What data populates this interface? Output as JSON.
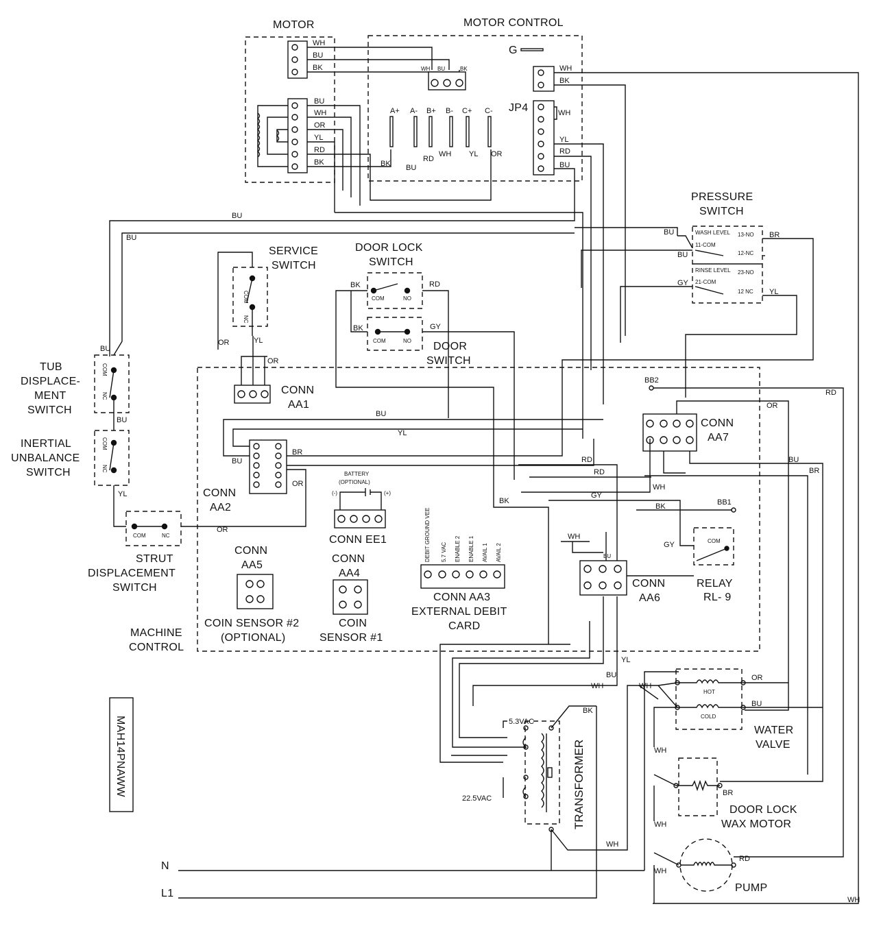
{
  "labels": {
    "motor": "MOTOR",
    "motor_control": "MOTOR CONTROL",
    "g": "G",
    "jp4": "JP4",
    "pressure_switch_1": "PRESSURE",
    "pressure_switch_2": "SWITCH",
    "wash_level": "WASH LEVEL",
    "rinse_level": "RINSE LEVEL",
    "com11": "11-COM",
    "no13": "13-NO",
    "nc12": "12-NC",
    "com21": "21-COM",
    "no23": "23-NO",
    "nc12b": "12 NC",
    "service_switch_1": "SERVICE",
    "service_switch_2": "SWITCH",
    "door_lock_switch_1": "DOOR LOCK",
    "door_lock_switch_2": "SWITCH",
    "door_switch_1": "DOOR",
    "door_switch_2": "SWITCH",
    "tub_1": "TUB",
    "tub_2": "DISPLACE-",
    "tub_3": "MENT",
    "tub_4": "SWITCH",
    "inertial_1": "INERTIAL",
    "inertial_2": "UNBALANCE",
    "inertial_3": "SWITCH",
    "strut_1": "STRUT",
    "strut_2": "DISPLACEMENT",
    "strut_3": "SWITCH",
    "conn_aa1_1": "CONN",
    "conn_aa1_2": "AA1",
    "conn_aa2_1": "CONN",
    "conn_aa2_2": "AA2",
    "conn_aa7_1": "CONN",
    "conn_aa7_2": "AA7",
    "battery_1": "BATTERY",
    "battery_2": "(OPTIONAL)",
    "bat_minus": "(-)",
    "bat_plus": "(+)",
    "conn_ee1": "CONN EE1",
    "conn_aa5_1": "CONN",
    "conn_aa5_2": "AA5",
    "conn_aa4_1": "CONN",
    "conn_aa4_2": "AA4",
    "conn_aa3_1": "CONN AA3",
    "conn_aa3_2": "EXTERNAL DEBIT",
    "conn_aa3_3": "CARD",
    "conn_aa6_1": "CONN",
    "conn_aa6_2": "AA6",
    "relay_1": "RELAY",
    "relay_2": "RL- 9",
    "coin2_1": "COIN SENSOR #2",
    "coin2_2": "(OPTIONAL)",
    "coin1_1": "COIN",
    "coin1_2": "SENSOR #1",
    "machine_control_1": "MACHINE",
    "machine_control_2": "CONTROL",
    "model": "MAH14PNAWW",
    "transformer": "TRANSFORMER",
    "v53": "5.3VAC",
    "v225": "22.5VAC",
    "water_valve_1": "WATER",
    "water_valve_2": "VALVE",
    "hot": "HOT",
    "cold": "COLD",
    "wax_1": "DOOR LOCK",
    "wax_2": "WAX MOTOR",
    "pump": "PUMP",
    "n": "N",
    "l1": "L1",
    "bb1": "BB1",
    "bb2": "BB2",
    "com": "COM",
    "no": "NO",
    "nc": "NC",
    "nc_v": "NC",
    "com_v": "COM",
    "relay_com": "COM",
    "motor_terms": [
      "A+",
      "A-",
      "B+",
      "B-",
      "C+",
      "C-"
    ],
    "debit_pins": [
      "DEBIT GROUND VEE",
      "5.7 VAC",
      "ENABLE 2",
      "ENABLE 1",
      "AVAIL 1",
      "AVAIL 2"
    ]
  },
  "wire_colors": {
    "WH": "WH",
    "BU": "BU",
    "BK": "BK",
    "OR": "OR",
    "YL": "YL",
    "RD": "RD",
    "BR": "BR",
    "GY": "GY"
  }
}
